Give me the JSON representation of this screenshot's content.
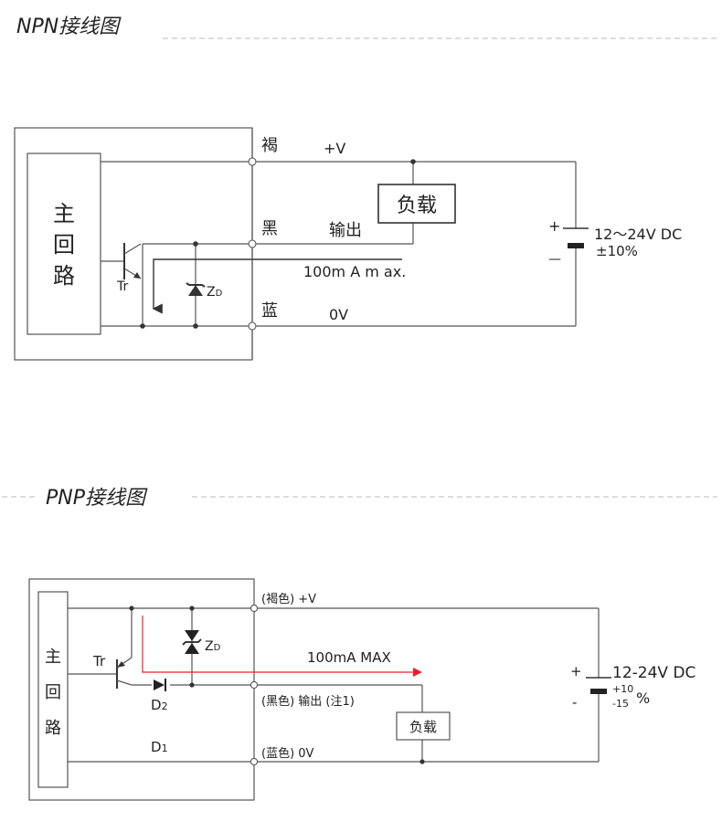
{
  "npn": {
    "title": "NPN接线图",
    "main_circuit": "主回路",
    "wire_brown": "褐",
    "wire_black": "黑",
    "wire_blue": "蓝",
    "plus_v": "+V",
    "output": "输出",
    "zero_v": "0V",
    "load": "负载",
    "current": "100m A m ax.",
    "tr": "Tr",
    "zd": "Z",
    "zd_sub": "D",
    "supply_voltage": "12～24V DC",
    "supply_tol": "±10%",
    "plus": "+",
    "minus": "—"
  },
  "pnp": {
    "title": "PNP接线图",
    "main_circuit": "主回路",
    "brown_pv": "(褐色) +V",
    "black_out": "(黑色) 输出 (注1)",
    "blue_0v": "(蓝色) 0V",
    "load": "负载",
    "current": "100mA MAX",
    "tr": "Tr",
    "zd": "Z",
    "zd_sub": "D",
    "d2": "D",
    "d2_sub": "2",
    "d1": "D",
    "d1_sub": "1",
    "supply_voltage": "12-24V DC",
    "tol_plus": "+10",
    "tol_minus": "-15",
    "tol_pct": "%",
    "plus": "+",
    "minus": "-"
  },
  "colors": {
    "wire": "#555555",
    "arrow_red": "#e8202a"
  }
}
